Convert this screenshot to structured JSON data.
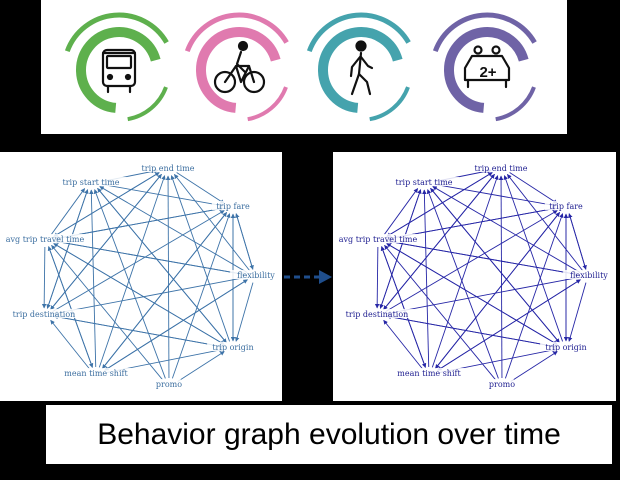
{
  "caption": "Behavior graph evolution over time",
  "modes": [
    {
      "icon": "bus-icon",
      "color": "#5eb04d"
    },
    {
      "icon": "bicycle-icon",
      "color": "#e07aaf"
    },
    {
      "icon": "pedestrian-icon",
      "color": "#45a3ad"
    },
    {
      "icon": "carpool-2plus-icon",
      "color": "#6f63a6",
      "label": "2+"
    }
  ],
  "graph": {
    "nodes": [
      "trip end time",
      "trip start time",
      "trip fare",
      "avg trip travel time",
      "flexibility",
      "trip destination",
      "trip origin",
      "mean time shift",
      "promo"
    ],
    "edge_color_before": "#3d73a8",
    "edge_color_after": "#2626a6",
    "label_color_before": "#3d6fa0",
    "label_color_after": "#1e1e90"
  },
  "transition_arrow_color": "#1f4e8c"
}
